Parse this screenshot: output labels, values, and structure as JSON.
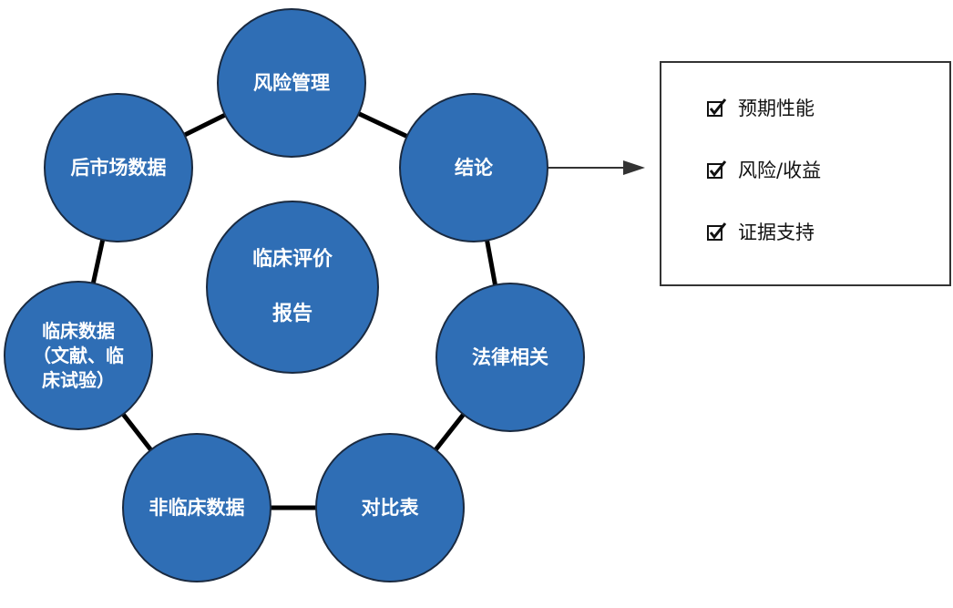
{
  "center": {
    "line1": "临床评价",
    "line2": "报告"
  },
  "ring_nodes": [
    {
      "id": "risk",
      "label": "风险管理"
    },
    {
      "id": "conclusion",
      "label": "结论"
    },
    {
      "id": "legal",
      "label": "法律相关"
    },
    {
      "id": "comparison",
      "label": "对比表"
    },
    {
      "id": "nonclinical",
      "label": "非临床数据"
    },
    {
      "id": "clinical",
      "label": "临床数据\n（文献、临\n床试验）"
    },
    {
      "id": "postmarket",
      "label": "后市场数据"
    }
  ],
  "checklist": {
    "items": [
      {
        "label": "预期性能",
        "checked": true
      },
      {
        "label": "风险/收益",
        "checked": true
      },
      {
        "label": "证据支持",
        "checked": true
      }
    ]
  },
  "colors": {
    "node_fill": "#2f6eb5",
    "node_border": "#1a2a40",
    "ring": "#000000",
    "arrow": "#333333"
  }
}
